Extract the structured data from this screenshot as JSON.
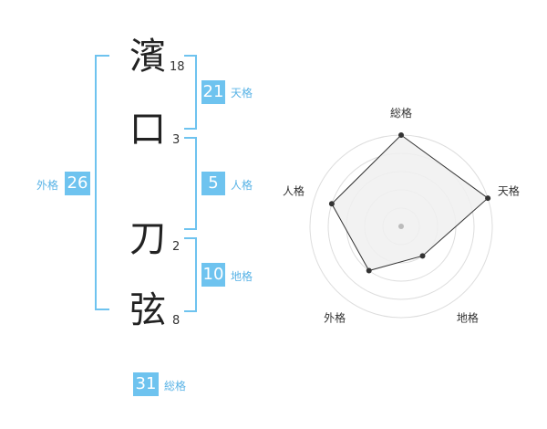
{
  "name": {
    "chars": [
      {
        "char": "濱",
        "strokes": "18"
      },
      {
        "char": "口",
        "strokes": "3"
      },
      {
        "char": "刀",
        "strokes": "2"
      },
      {
        "char": "弦",
        "strokes": "8"
      }
    ]
  },
  "kaku": {
    "tenkaku": {
      "value": "21",
      "label": "天格"
    },
    "jinkaku": {
      "value": "5",
      "label": "人格"
    },
    "chikaku": {
      "value": "10",
      "label": "地格"
    },
    "gaikaku": {
      "value": "26",
      "label": "外格"
    },
    "soukaku": {
      "value": "31",
      "label": "総格"
    }
  },
  "chart_data": {
    "type": "radar",
    "axes": [
      "総格",
      "天格",
      "地格",
      "外格",
      "人格"
    ],
    "values": [
      5,
      5,
      2,
      3,
      4
    ],
    "max": 5,
    "rings": 5
  },
  "colors": {
    "accent": "#6ec3ef",
    "radar_fill": "#f0f0f0",
    "radar_line": "#333333"
  }
}
